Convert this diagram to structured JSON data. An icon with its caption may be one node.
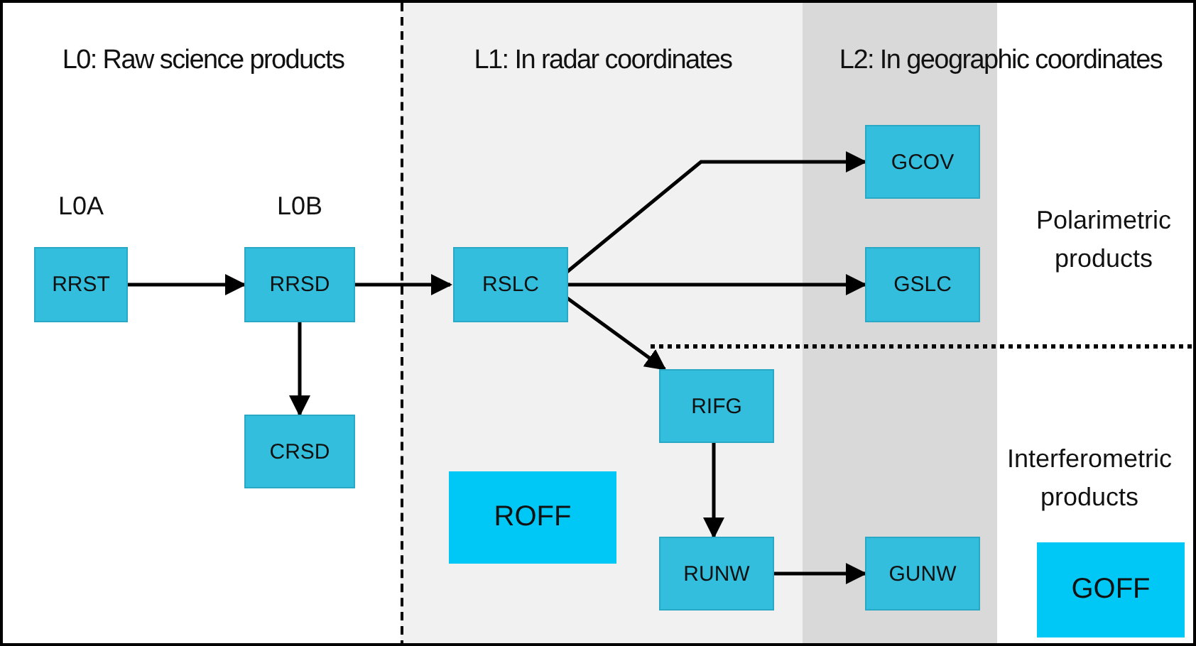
{
  "diagram": {
    "nodes": [
      {
        "text": [
          "L0: Raw science products"
        ]
      },
      {
        "text": [
          "L1: In radar coordinates"
        ]
      },
      {
        "text": [
          "L2: In geographic coordinates"
        ]
      },
      {
        "text": [
          "RRST"
        ],
        "in": 0,
        "beside": [
          "L0A"
        ]
      },
      {
        "text": [
          "RRSD"
        ],
        "in": 0,
        "beside": [
          "L0B"
        ]
      },
      {
        "text": [
          "CRSD"
        ],
        "in": 0
      },
      {
        "text": [
          "RSLC"
        ],
        "in": 1
      },
      {
        "text": [
          "RIFG"
        ],
        "in": 1
      },
      {
        "text": [
          "RUNW"
        ],
        "in": 1
      },
      {
        "text": [
          "ROFF"
        ],
        "in": 1
      },
      {
        "text": [
          "GCOV"
        ],
        "in": 2
      },
      {
        "text": [
          "GSLC"
        ],
        "in": 2
      },
      {
        "text": [
          "GUNW"
        ],
        "in": 2
      },
      {
        "text": [
          "GOFF"
        ],
        "in": 2
      }
    ],
    "edges": [
      {
        "from": 3,
        "to": 4,
        "arrow": "to"
      },
      {
        "from": 4,
        "to": 5,
        "arrow": "to"
      },
      {
        "from": 4,
        "to": 6,
        "arrow": "to"
      },
      {
        "from": 6,
        "to": 10,
        "arrow": "to"
      },
      {
        "from": 6,
        "to": 11,
        "arrow": "to"
      },
      {
        "from": 6,
        "to": 7,
        "arrow": "to"
      },
      {
        "from": 7,
        "to": 8,
        "arrow": "to"
      },
      {
        "from": 8,
        "to": 12,
        "arrow": "to"
      }
    ],
    "labels": [
      "Polarimetric products",
      "Interferometric products"
    ]
  }
}
